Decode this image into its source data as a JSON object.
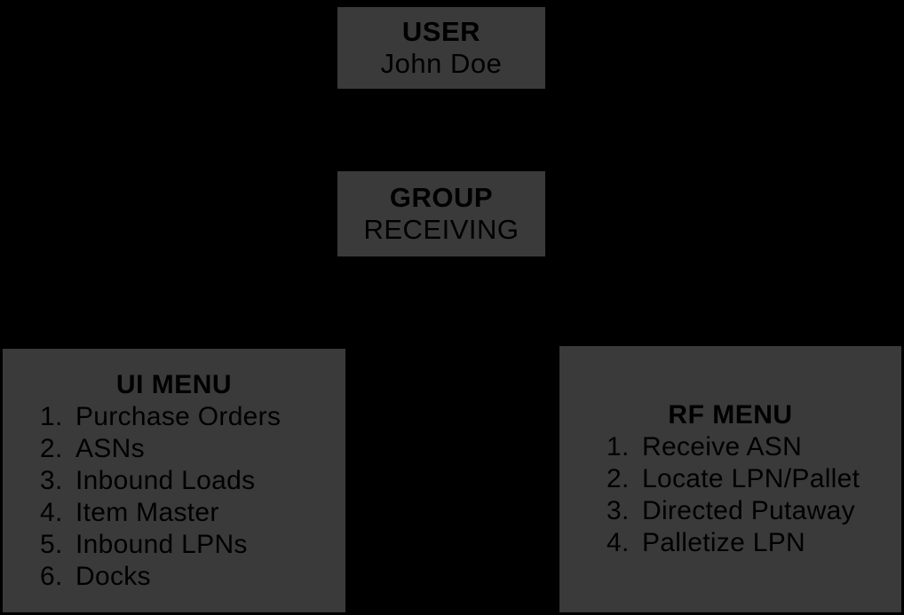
{
  "colors": {
    "background": "#000000",
    "box_fill": "#3a3a3a",
    "box_border": "#000000",
    "text": "#000000"
  },
  "user_box": {
    "title": "USER",
    "value": "John Doe"
  },
  "group_box": {
    "title": "GROUP",
    "value": "RECEIVING"
  },
  "ui_menu": {
    "title": "UI MENU",
    "items": [
      {
        "num": "1.",
        "label": "Purchase Orders"
      },
      {
        "num": "2.",
        "label": "ASNs"
      },
      {
        "num": "3.",
        "label": "Inbound Loads"
      },
      {
        "num": "4.",
        "label": "Item Master"
      },
      {
        "num": "5.",
        "label": "Inbound LPNs"
      },
      {
        "num": "6.",
        "label": "Docks"
      }
    ]
  },
  "rf_menu": {
    "title": "RF MENU",
    "items": [
      {
        "num": "1.",
        "label": "Receive ASN"
      },
      {
        "num": "2.",
        "label": "Locate LPN/Pallet"
      },
      {
        "num": "3.",
        "label": "Directed Putaway"
      },
      {
        "num": "4.",
        "label": "Palletize LPN"
      }
    ]
  }
}
